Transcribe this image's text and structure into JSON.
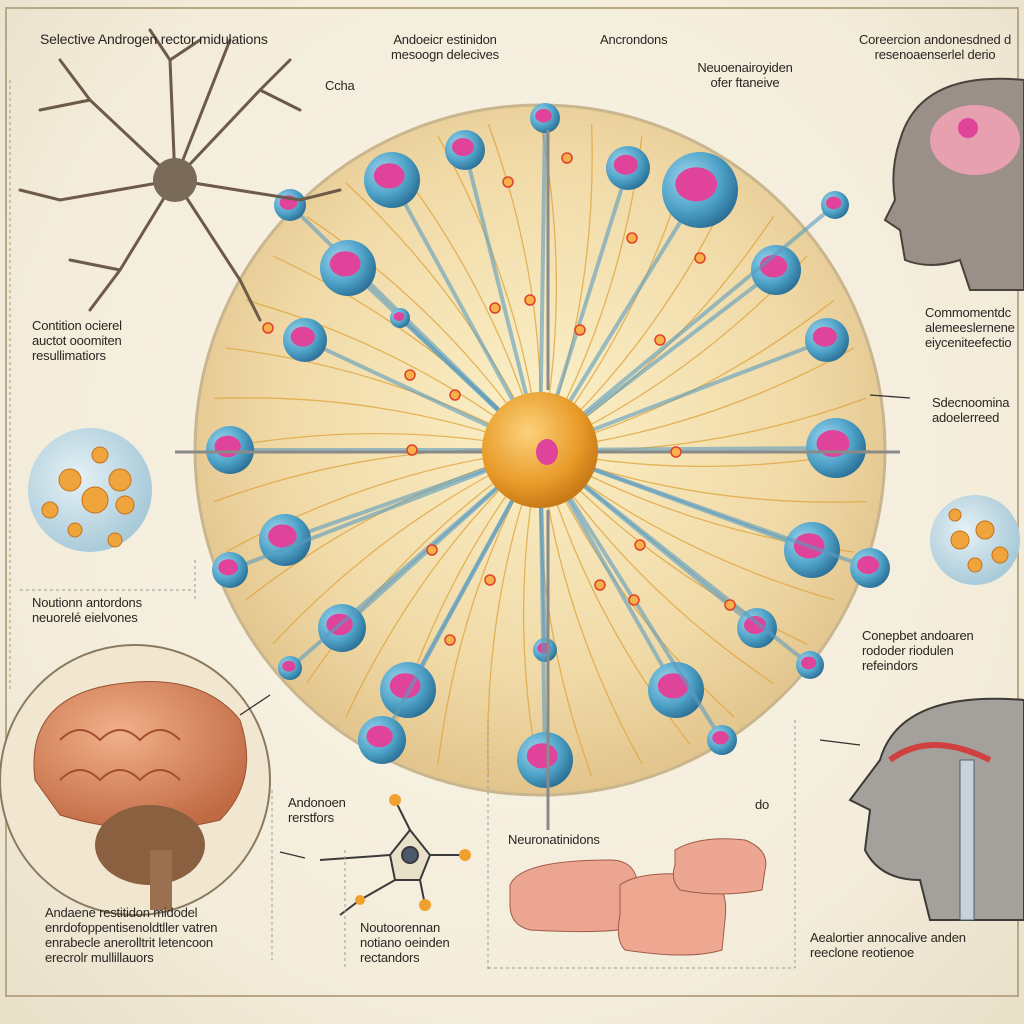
{
  "labels": {
    "title": "Selective Androgen rector midulations",
    "top_center_1": "Andoeicr estinidon\nmesoogn delecives",
    "top_center_2": "Ancrondons",
    "cella": "Ccha",
    "top_right_neuro": "Neuoenairoyiden\nofer ftaneive",
    "top_right": "Coreercion andonesdned d\nresenoaenserlel derio",
    "left_upper": "Contition ocierel\nauctot ooomiten\nresullimatiors",
    "right_upper": "Commomentdc\nalemeeslernene\neiyceniteefectio",
    "right_mid": "Sdecnoomina\nadoelerreed",
    "left_lower": "Noutionn antordons\nneuorelé eielvones",
    "right_lower": "Conepbet andoaren\nrododer riodulen\nrefeindors",
    "androgen_receptors": "Andonoen\nrerstfors",
    "bottom_left": "Andaene restitidon midodel\nenrdofoppentisenoldtller vatren\nenrabecle anerolltrit letencoon\nerecrolr mullillauors",
    "bottom_mid": "Noutoorennan\nnotiano oeinden\nrectandors",
    "neuronatinidons": "Neuronatinidons",
    "do": "do",
    "bottom_right": "Aealortier annocalive anden\nreeclone reotienoe"
  },
  "colors": {
    "parchment": "#f3ecda",
    "disc": "#f0dcaa",
    "cell_blue": "#4fa3c8",
    "nucleus": "#e0439a",
    "core": "#e8a02c"
  }
}
